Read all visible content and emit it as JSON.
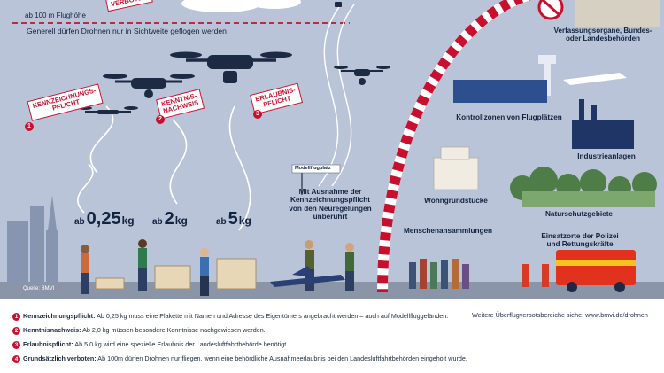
{
  "header": {
    "altitude": "ab 100 m Flughöhe",
    "sight_rule": "Generell dürfen Drohnen nur in Sichtweite geflogen werden"
  },
  "drone_tags": [
    {
      "badge": "1",
      "line1": "KENNZEICHNUNGS-",
      "line2": "PFLICHT"
    },
    {
      "badge": "2",
      "line1": "KENNTNIS-",
      "line2": "NACHWEIS"
    },
    {
      "badge": "3",
      "line1": "ERLAUBNIS-",
      "line2": "PFLICHT"
    }
  ],
  "top_tag": "VERBOTEN",
  "weights": [
    {
      "ab": "ab",
      "num": "0,25",
      "unit": "kg"
    },
    {
      "ab": "ab",
      "num": "2",
      "unit": "kg"
    },
    {
      "ab": "ab",
      "num": "5",
      "unit": "kg"
    }
  ],
  "model_airfield": {
    "sign": "Modellflugplatz",
    "text1": "Mit Ausnahme der",
    "text2": "Kennzeichnungspflicht",
    "text3": "von den Neuregelungen",
    "text4": "unberührt"
  },
  "zones": {
    "constitutional": {
      "line1": "Verfassungsorgane, Bundes-",
      "line2": "oder Landesbehörden"
    },
    "airports": "Kontrollzonen von Flugplätzen",
    "industry": "Industrieanlagen",
    "residential": "Wohngrundstücke",
    "nature": "Naturschutzgebiete",
    "crowds": "Menschenansammlungen",
    "police": {
      "line1": "Einsatzorte der Polizei",
      "line2": "und Rettungskräfte"
    }
  },
  "source": "Quelle: BMVI",
  "legend": [
    {
      "num": "1",
      "title": "Kennzeichnungspflicht:",
      "text": "Ab 0,25 kg muss eine Plakette mit Namen und Adresse des Eigentümers angebracht werden – auch auf Modellfluggeländen."
    },
    {
      "num": "2",
      "title": "Kenntnisnachweis:",
      "text": "Ab 2,0 kg müssen besondere Kenntnisse nachgewiesen werden."
    },
    {
      "num": "3",
      "title": "Erlaubnispflicht:",
      "text": "Ab 5,0 kg wird eine spezielle Erlaubnis der Landesluftfahrtbehörde benötigt."
    },
    {
      "num": "4",
      "title": "Grundsätzlich verboten:",
      "text": "Ab 100m dürfen Drohnen nur fliegen, wenn eine behördliche Ausnahmeerlaubnis bei den Landesluftfahrtbehörden eingeholt wurde."
    }
  ],
  "more_areas": "Weitere Überflugverbotsbereiche siehe: www.bmvi.de/drohnen",
  "colors": {
    "sky": "#b9c4d8",
    "navy": "#12233f",
    "red": "#c8102e",
    "ground": "#8a95a8"
  }
}
